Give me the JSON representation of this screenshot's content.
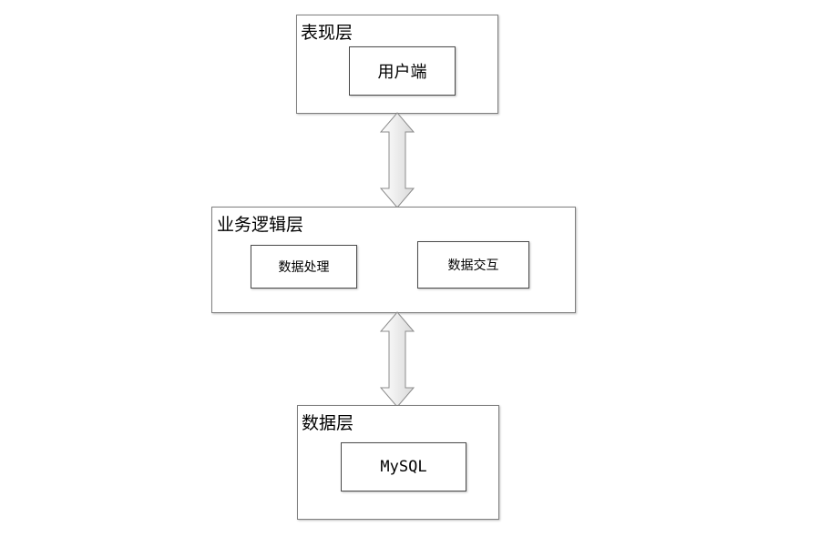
{
  "layers": {
    "presentation": {
      "title": "表现层",
      "items": [
        "用户端"
      ]
    },
    "business": {
      "title": "业务逻辑层",
      "items": [
        "数据处理",
        "数据交互"
      ]
    },
    "data": {
      "title": "数据层",
      "items": [
        "MySQL"
      ]
    }
  },
  "colors": {
    "border": "#7f7f7f",
    "arrow_fill_light": "#ffffff",
    "arrow_fill_dark": "#d9d9d9",
    "arrow_stroke": "#8c8c8c"
  },
  "icons": [
    "double-arrow-icon",
    "double-arrow-icon"
  ]
}
